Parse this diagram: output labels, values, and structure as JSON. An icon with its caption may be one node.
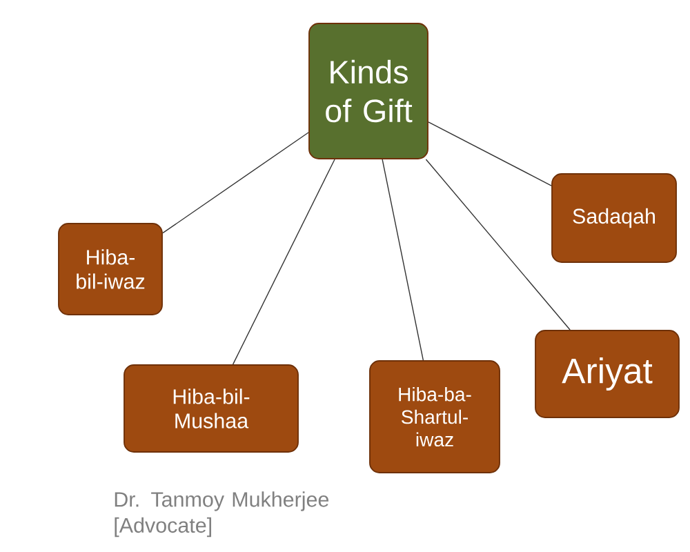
{
  "diagram": {
    "nodes": [
      {
        "text": [
          "Kinds of Gift"
        ]
      },
      {
        "text": [
          "Sadaqah"
        ]
      },
      {
        "text": [
          "Hiba-bil-iwaz"
        ]
      },
      {
        "text": [
          "Hiba-bil-Mushaa"
        ]
      },
      {
        "text": [
          "Hiba-ba-Shartul-iwaz"
        ]
      },
      {
        "text": [
          "Ariyat"
        ]
      }
    ],
    "edges": [
      {
        "from": 0,
        "to": 1,
        "arrow": "none"
      },
      {
        "from": 0,
        "to": 2,
        "arrow": "none"
      },
      {
        "from": 0,
        "to": 3,
        "arrow": "none"
      },
      {
        "from": 0,
        "to": 4,
        "arrow": "none"
      },
      {
        "from": 0,
        "to": 5,
        "arrow": "none"
      }
    ],
    "labels": [
      "Dr. Tanmoy Mukherjee [Advocate]"
    ]
  }
}
